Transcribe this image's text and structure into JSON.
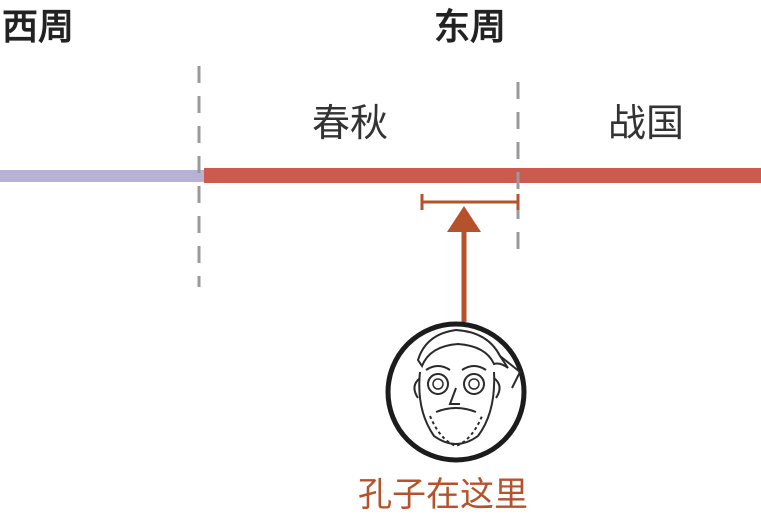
{
  "dynasties": {
    "western": "西周",
    "eastern": "东周"
  },
  "periods": {
    "spring_autumn": "春秋",
    "warring_states": "战国"
  },
  "marker": {
    "caption": "孔子在这里",
    "portrait_icon": "confucius-portrait-icon"
  },
  "colors": {
    "western_bar": "#b8b1d6",
    "eastern_bar": "#cd5a4e",
    "divider": "#9a9a9a",
    "marker": "#b5522b",
    "text_dark": "#222222"
  }
}
